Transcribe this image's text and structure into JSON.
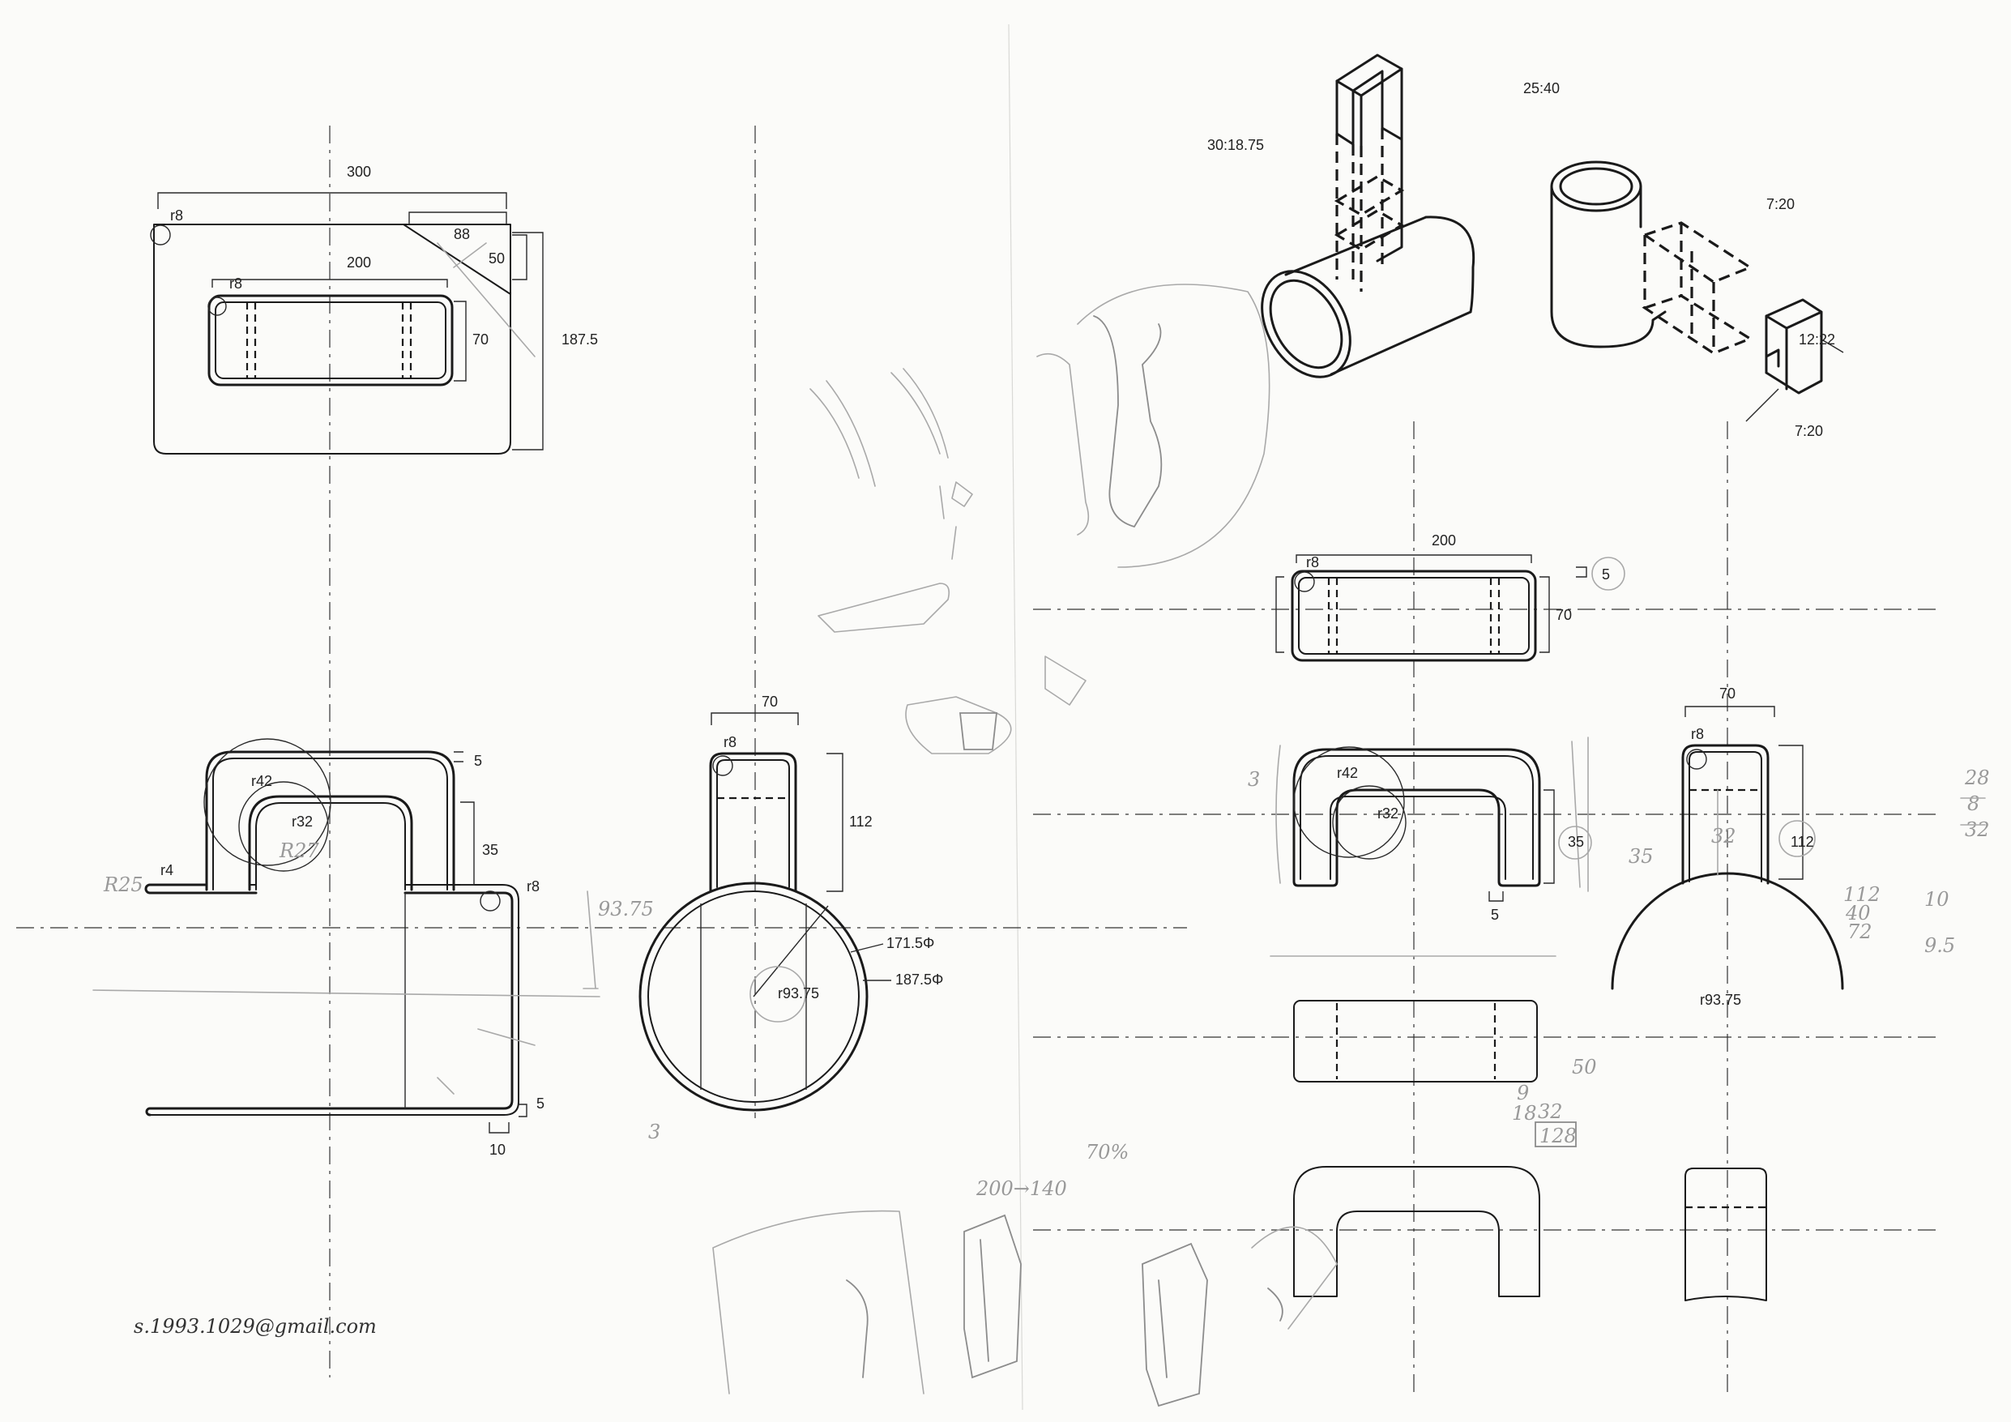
{
  "ratios": {
    "mug_hook_upper": "30:18.75",
    "mug_handle_upper": "25:40",
    "handle_right": "7:20",
    "handle_mid": "12:22",
    "handle_lower": "7:20"
  },
  "plate_top_view": {
    "width": "300",
    "corner_radius": "r8",
    "chamfer_x": "88",
    "chamfer_y": "50",
    "height": "187.5",
    "slot_width": "200",
    "slot_radius": "r8",
    "slot_height": "70"
  },
  "front_view": {
    "outer_radius": "r42",
    "inner_radius": "r32",
    "tip_radius": "r4",
    "bend_radius": "r8",
    "thickness": "5",
    "leg_height": "35",
    "base_thickness": "5",
    "foot_length": "10",
    "pencil_r25": "R25",
    "pencil_r27": "R27",
    "pencil_9375": "93.75"
  },
  "side_view": {
    "width": "70",
    "corner_radius": "r8",
    "height": "112",
    "ring_inner": "171.5Φ",
    "ring_outer": "187.5Φ",
    "ring_radius": "r93.75",
    "pencil_mark": "3"
  },
  "handle_top_view": {
    "width": "200",
    "corner_radius": "r8",
    "thickness": "5",
    "height": "70"
  },
  "handle_front_view": {
    "outer_radius": "r42",
    "inner_radius": "r32",
    "leg_height": "35",
    "thickness": "5",
    "pencil_mark": "3"
  },
  "handle_side_view": {
    "width": "70",
    "corner_radius": "r8",
    "height": "112",
    "pencil_height": "35",
    "pencil_32": "32",
    "cup_radius": "r93.75"
  },
  "pencil_notes": {
    "pct": "70%",
    "scale": "200→140",
    "n50": "50",
    "n9": "9",
    "n18": "18",
    "n32": "32",
    "n128": "128",
    "n10": "10",
    "n95": "9.5",
    "frac_top": "28",
    "frac_112": "112",
    "frac_40": "40",
    "frac_72": "72",
    "frac_8": "8",
    "frac_32": "32"
  },
  "contact_email": "s.1993.1029@gmail.com"
}
